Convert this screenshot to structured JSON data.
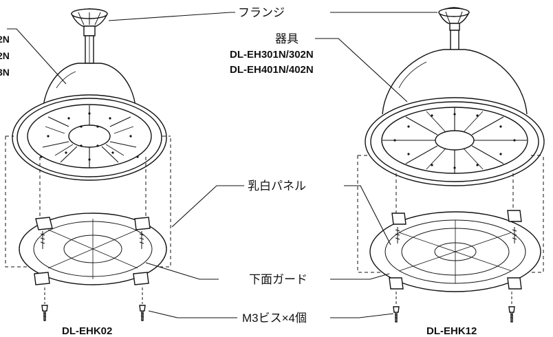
{
  "left_model_fragment": [
    "2N",
    "2N",
    "3N"
  ],
  "labels": {
    "flange": "フランジ",
    "fixture": "器具",
    "fixture_model_1": "DL-EH301N/302N",
    "fixture_model_2": "DL-EH401N/402N",
    "milky_panel": "乳白パネル",
    "bottom_guard": "下面ガード",
    "screws": "M3ビス×4個"
  },
  "left_unit": {
    "model": "DL-EHK02"
  },
  "right_unit": {
    "model": "DL-EHK12"
  }
}
